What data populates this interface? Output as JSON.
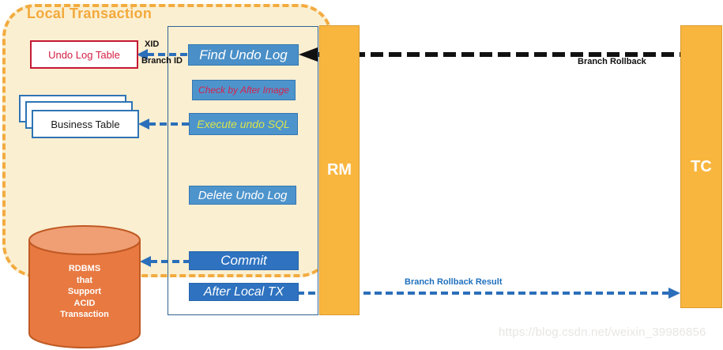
{
  "local_transaction": {
    "title": "Local Transaction"
  },
  "tables": {
    "undo_log": "Undo Log Table",
    "business": "Business Table"
  },
  "steps": {
    "find_undo_log": "Find Undo Log",
    "check_by_after_image": "Check by After Image",
    "execute_undo_sql": "Execute undo SQL",
    "delete_undo_log": "Delete Undo Log",
    "commit": "Commit",
    "after_local_tx": "After Local TX"
  },
  "database": {
    "lines": [
      "RDBMS",
      "that",
      "Support",
      "ACID",
      "Transaction"
    ]
  },
  "participants": {
    "rm": "RM",
    "tc": "TC"
  },
  "messages": {
    "xid": "XID",
    "branch_id": "Branch ID",
    "branch_rollback": "Branch Rollback",
    "branch_rollback_result": "Branch Rollback Result"
  },
  "watermark": "https://blog.csdn.net/weixin_39986856",
  "colors": {
    "boundary_orange": "#F2AB3F",
    "title_orange": "#F3A93C",
    "cream_fill": "#FBEFD1",
    "bar_orange": "#F9B63E",
    "step_blue_light": "#4E94CC",
    "step_blue_dark": "#2E72C0",
    "arrow_blue": "#2B6FBA",
    "arrow_black": "#111111",
    "table_red": "#D42045",
    "table_blue_border": "#2E74B5",
    "text_yellow": "#D9E44C",
    "cylinder_body": "#E87941",
    "cylinder_top": "#F09E74",
    "cylinder_stroke": "#C05A24",
    "result_label_blue": "#1E6FBE",
    "watermark_gray": "#E7E6E3"
  }
}
